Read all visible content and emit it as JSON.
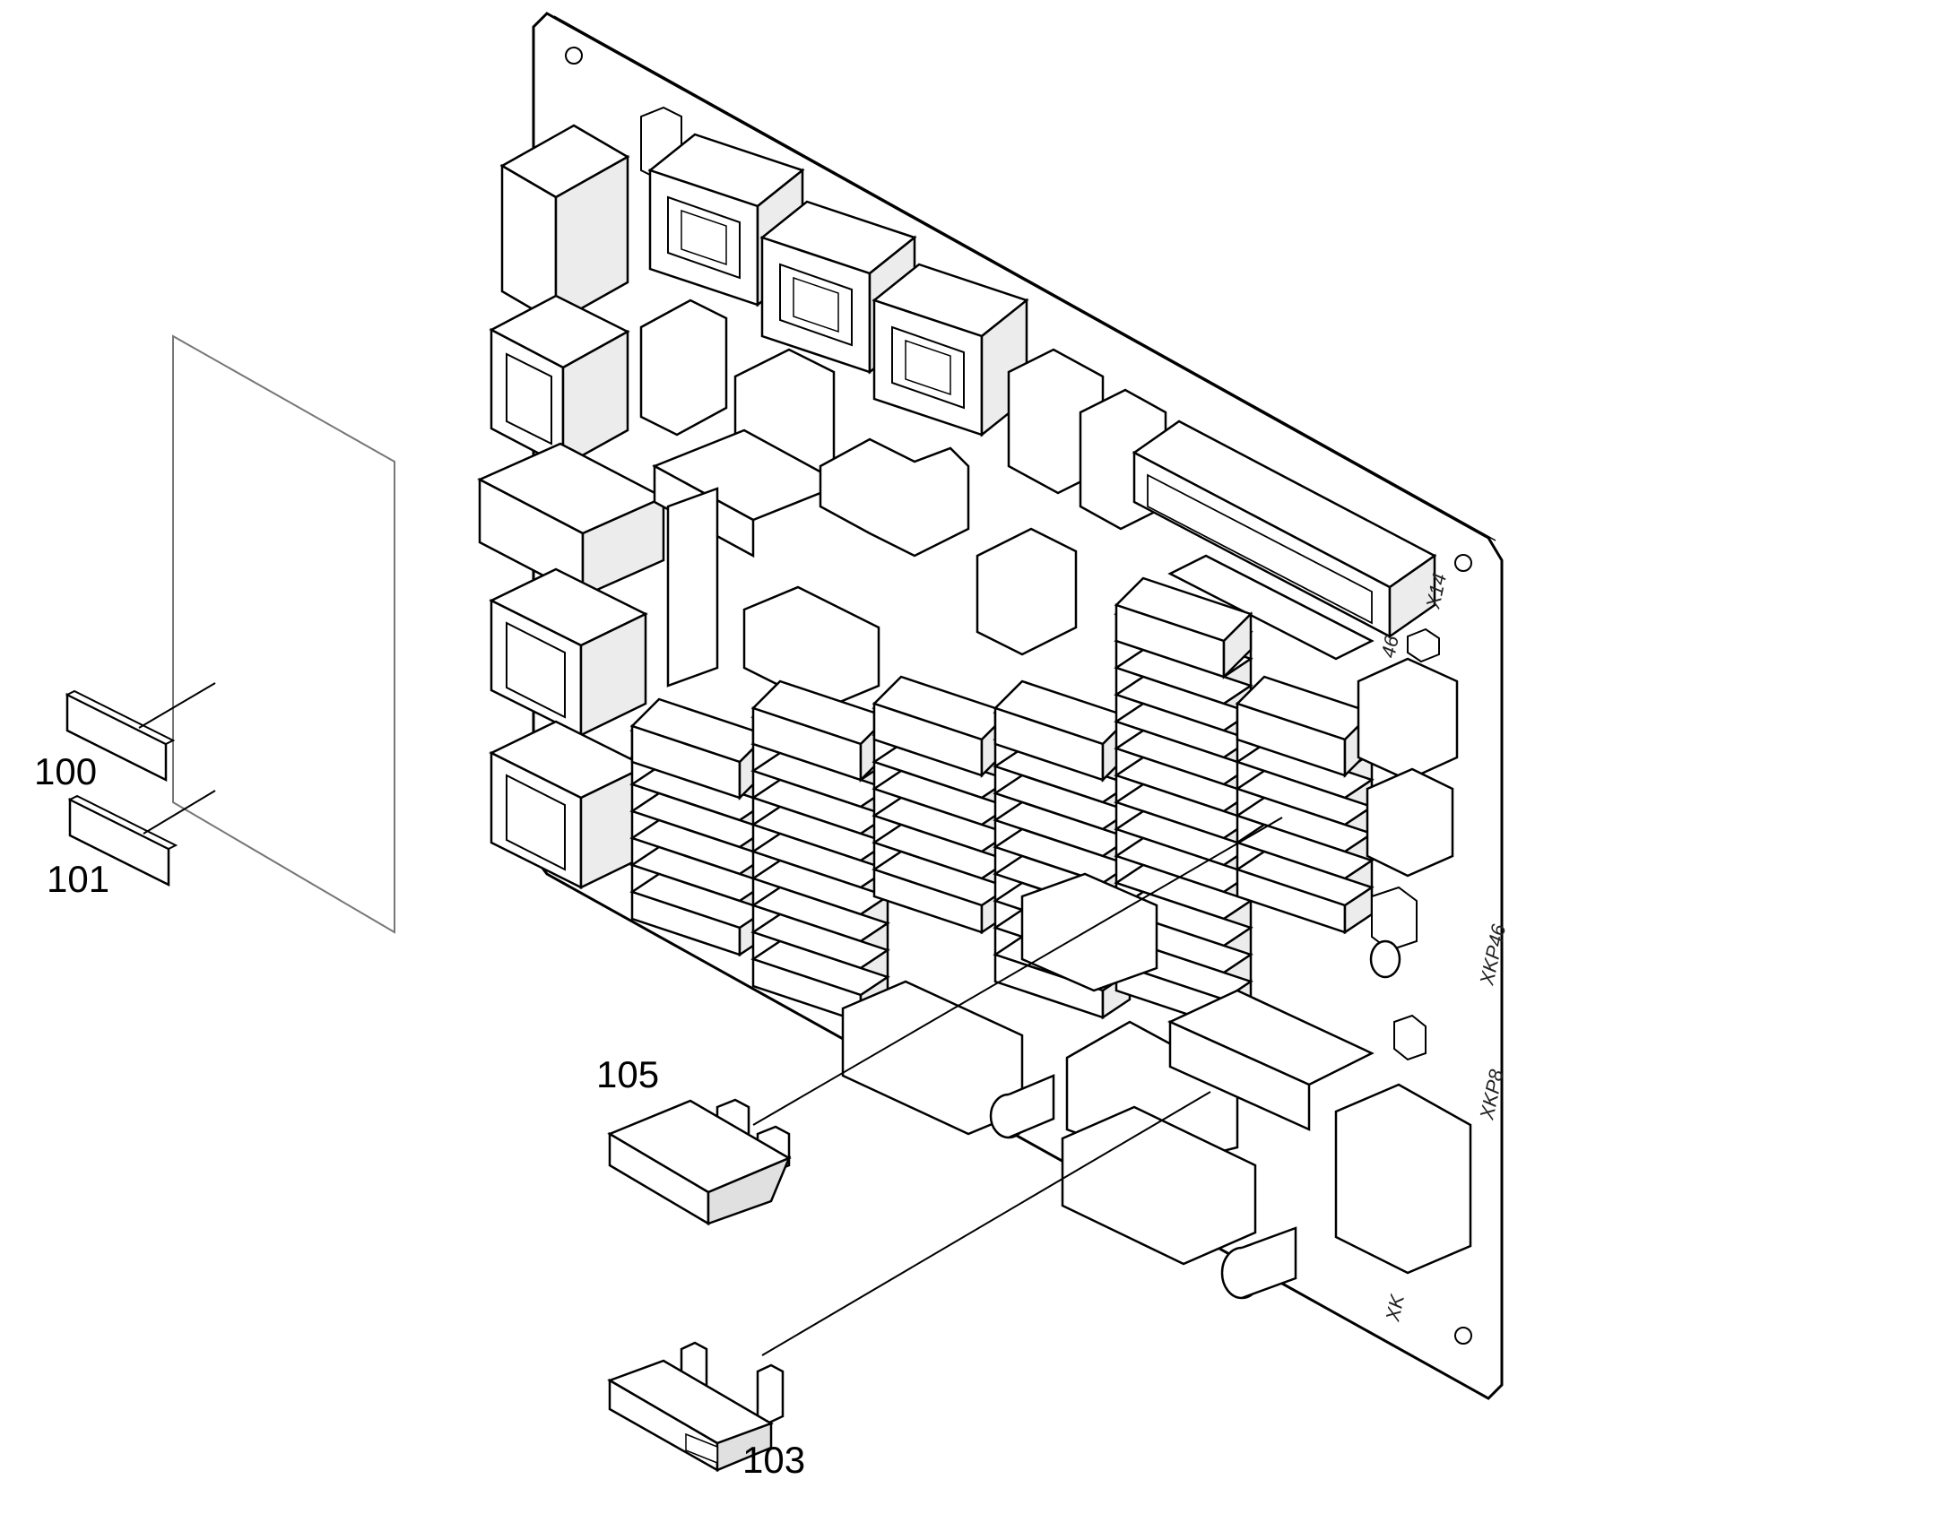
{
  "callouts": {
    "c100": "100",
    "c101": "101",
    "c103": "103",
    "c105": "105"
  },
  "board_labels": {
    "x14": "X14",
    "xkp46": "XKP46",
    "xkp8": "XKP8",
    "x46_partial": "46",
    "xk_partial": "XK"
  },
  "colors": {
    "line": "#000000",
    "fill": "#ffffff",
    "shade": "#e6e6e6"
  }
}
